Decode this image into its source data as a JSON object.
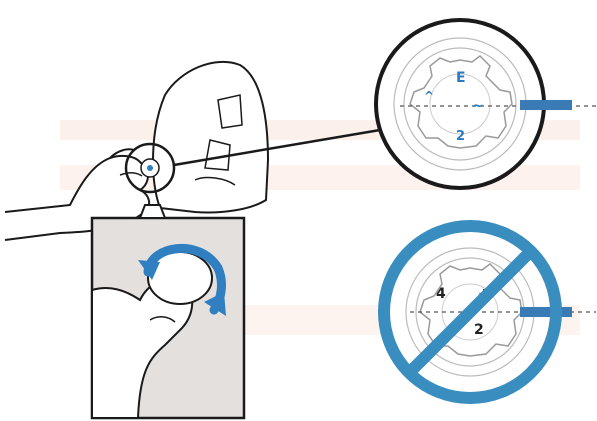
{
  "figure": {
    "background": "#ffffff",
    "stroke_color": "#1a1a1a",
    "accent_blue": "#2f7fc1",
    "prohibition_blue": "#3a8dbf",
    "highlight_band": "#fbe9e2",
    "inset_fill": "#e4e0de"
  },
  "correct_detail": {
    "dial_marks": [
      "E",
      "^",
      "~",
      "2"
    ],
    "dial_marks_color": "#2a7bc0",
    "alignment_bar_color": "#3a7ab5"
  },
  "incorrect_detail": {
    "dial_marks": [
      "4",
      "+",
      "2"
    ],
    "dial_marks_color": "#222222",
    "alignment_bar_color": "#3a7ab5",
    "prohibited": true
  },
  "rotation_inset": {
    "arrow_color": "#2f7fc1",
    "icons": [
      "rotate-arrow-icon"
    ]
  }
}
